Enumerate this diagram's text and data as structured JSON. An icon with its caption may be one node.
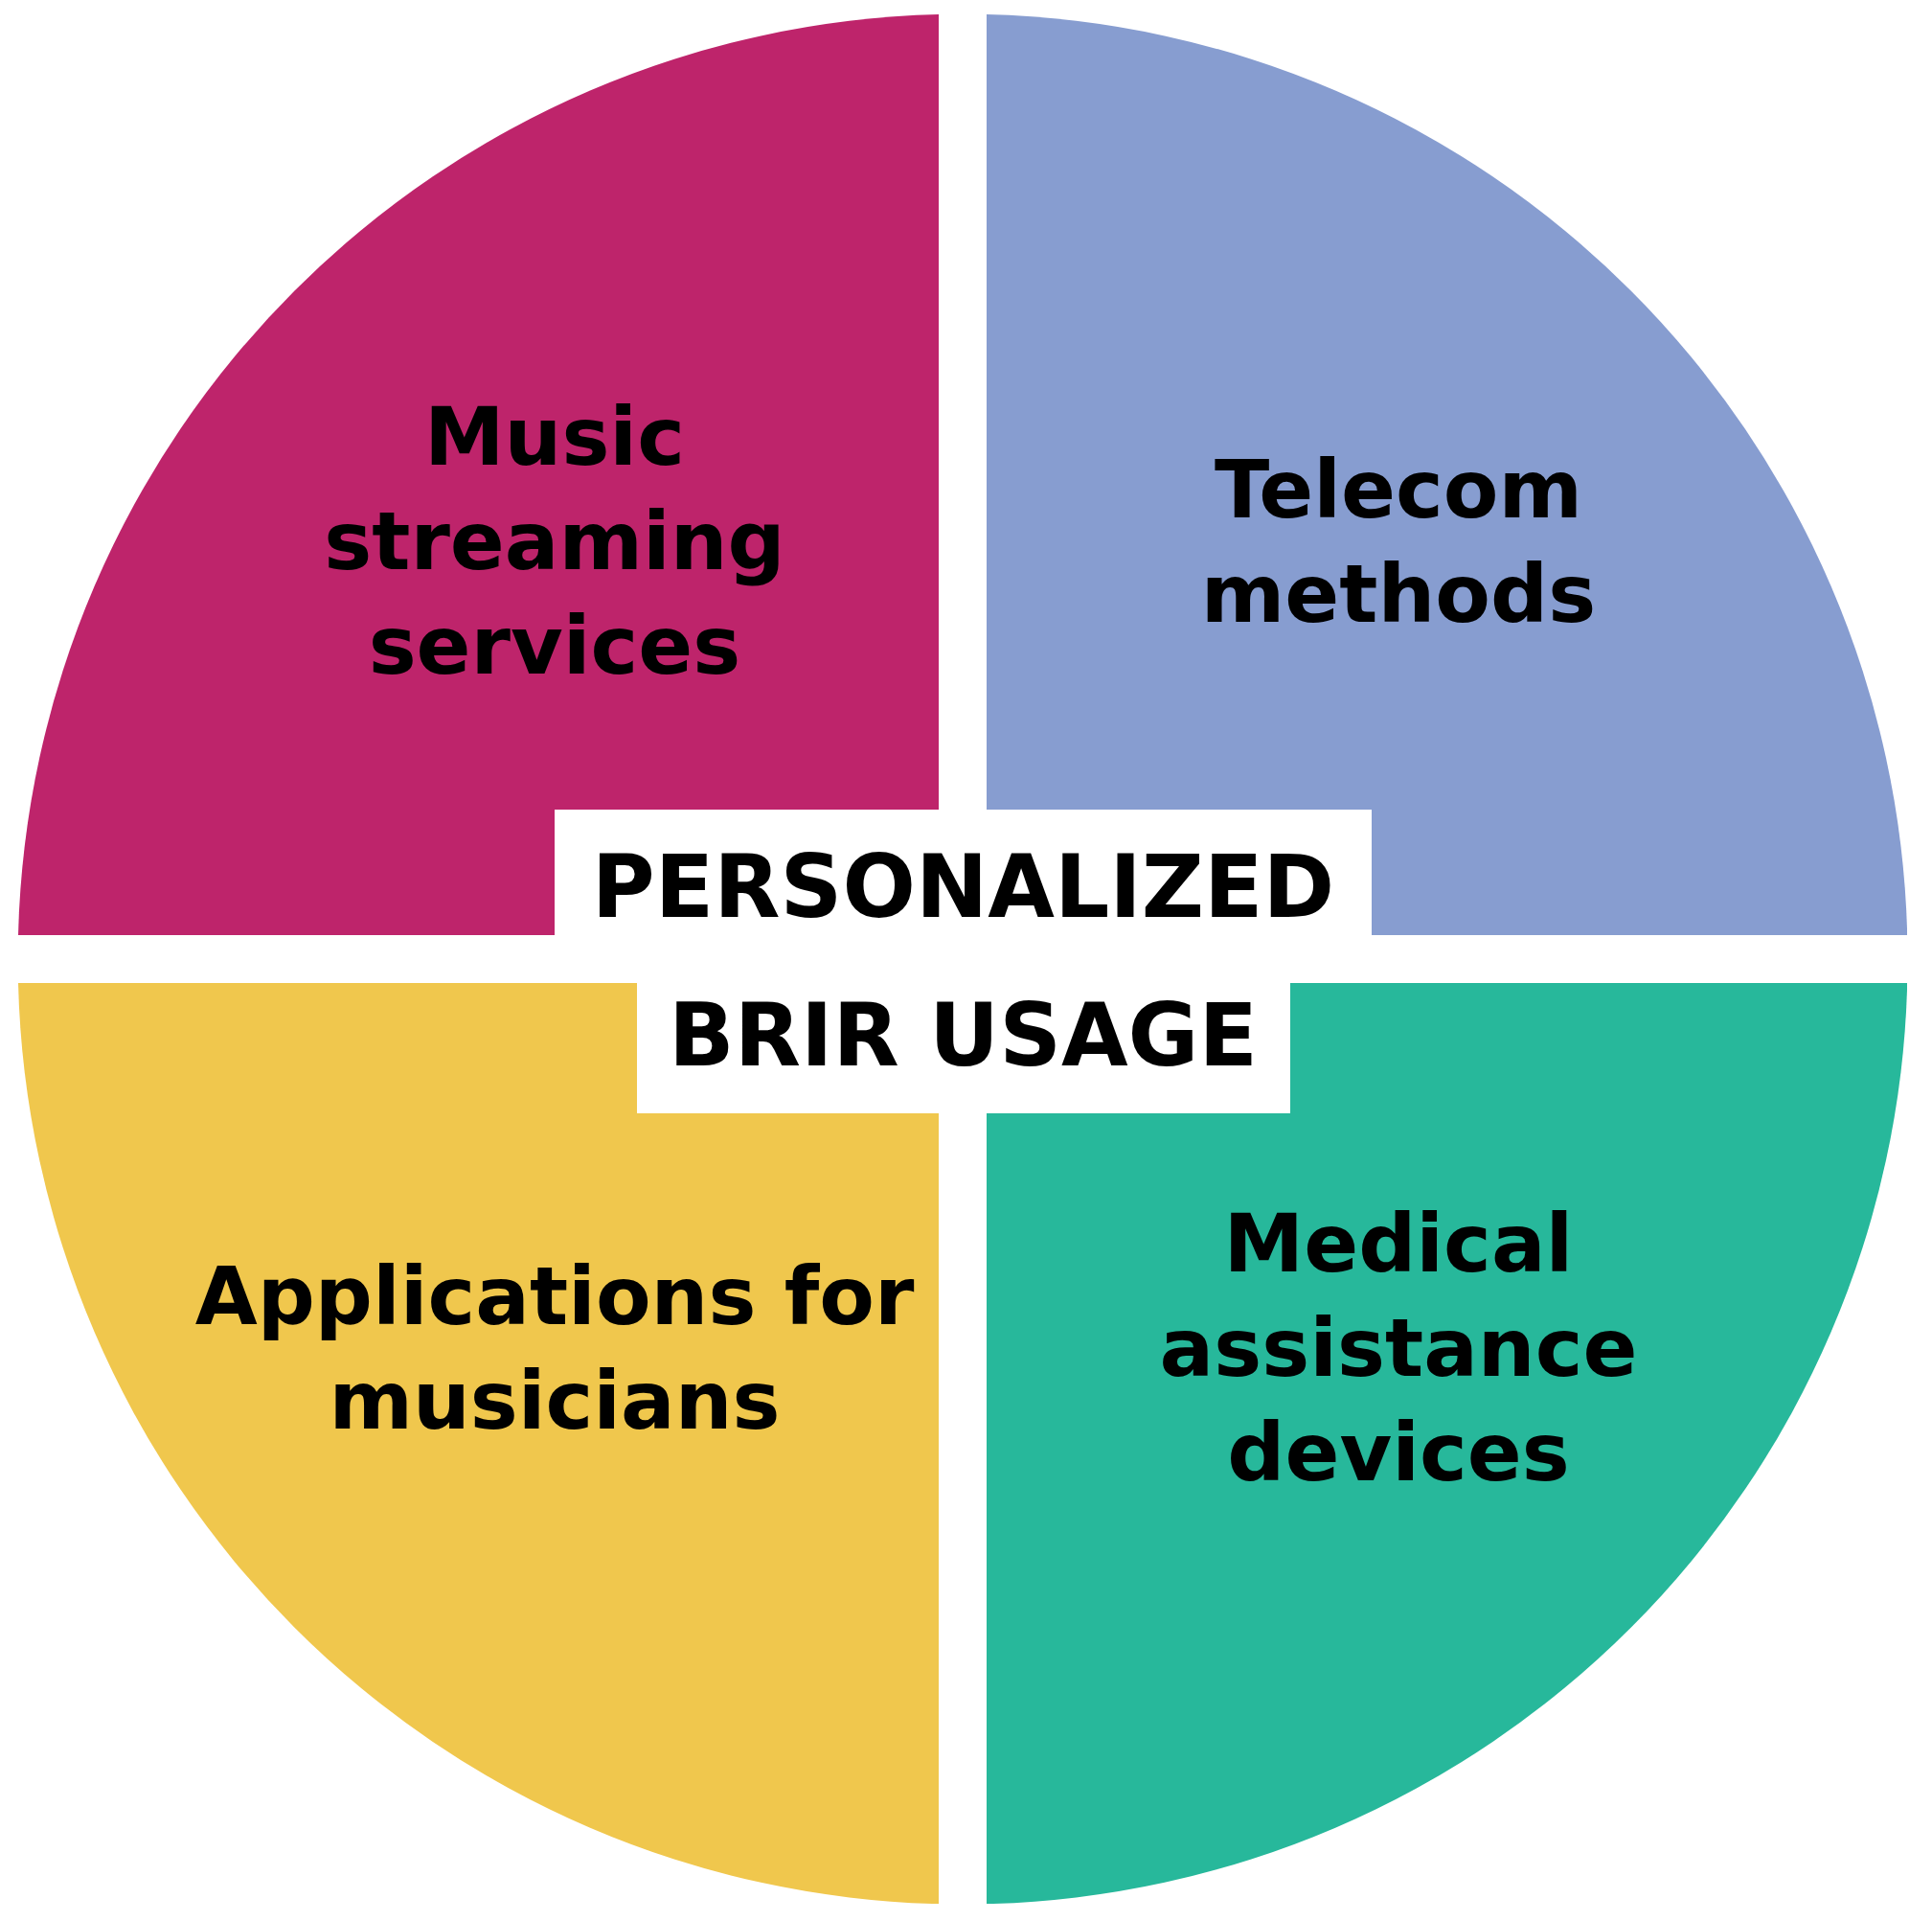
{
  "diagram": {
    "nodes": [
      {
        "text": [
          "PERSONALIZED BRIR USAGE"
        ]
      },
      {
        "text": [
          "Music streaming services"
        ]
      },
      {
        "text": [
          "Telecom methods"
        ]
      },
      {
        "text": [
          "Applications for musicians"
        ]
      },
      {
        "text": [
          "Medical assistance devices"
        ]
      }
    ]
  }
}
